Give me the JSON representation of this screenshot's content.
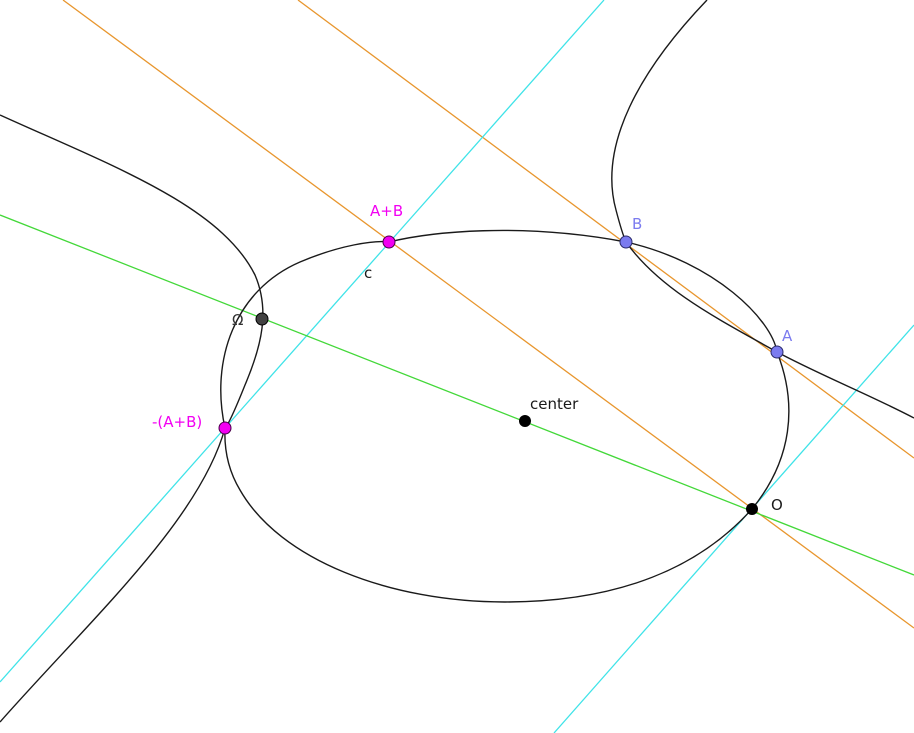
{
  "colors": {
    "curve": "#1a1a1a",
    "orange": "#e8962e",
    "cyan": "#3fe3e8",
    "green": "#43d839",
    "magenta": "#f200f2",
    "blue_point": "#7b7bef",
    "black_point": "#000000",
    "omega_point": "#424242"
  },
  "labels": {
    "A": "A",
    "B": "B",
    "A_plus_B": "A+B",
    "neg_A_plus_B": "-(A+B)",
    "O": "O",
    "Omega": "Ω",
    "center": "center",
    "c": "c"
  }
}
